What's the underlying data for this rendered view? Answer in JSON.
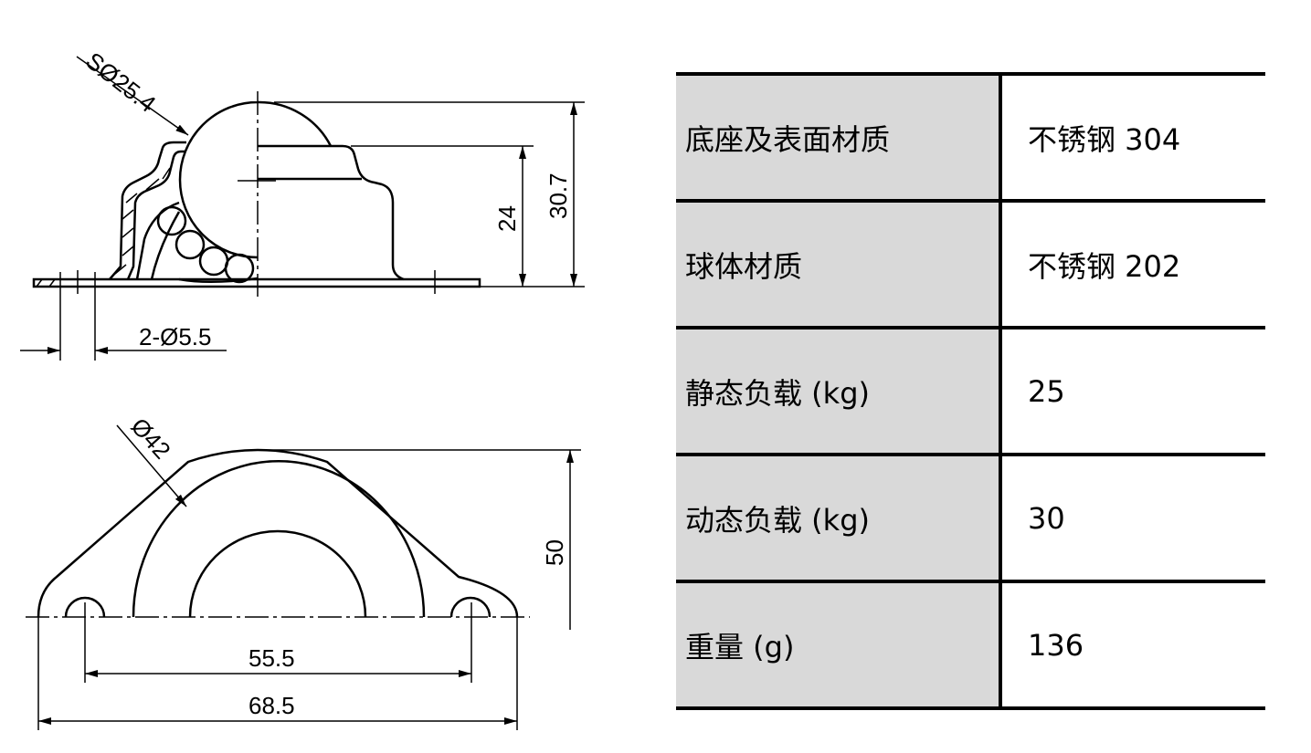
{
  "drawing": {
    "side_view": {
      "ball_dim": "SØ25.4",
      "height_inner": "24",
      "height_total": "30.7",
      "holes_dim": "2-Ø5.5"
    },
    "top_view": {
      "diameter": "Ø42",
      "depth": "50",
      "hole_pitch": "55.5",
      "overall_width": "68.5"
    }
  },
  "specs": {
    "rows": [
      {
        "label": "底座及表面材质",
        "value": "不锈钢 304"
      },
      {
        "label": "球体材质",
        "value": "不锈钢 202"
      },
      {
        "label": "静态负载 (kg)",
        "value": "25"
      },
      {
        "label": "动态负载 (kg)",
        "value": "30"
      },
      {
        "label": "重量 (g)",
        "value": "136"
      }
    ]
  },
  "colors": {
    "label_bg": "#d9d9d9",
    "line": "#000000"
  }
}
